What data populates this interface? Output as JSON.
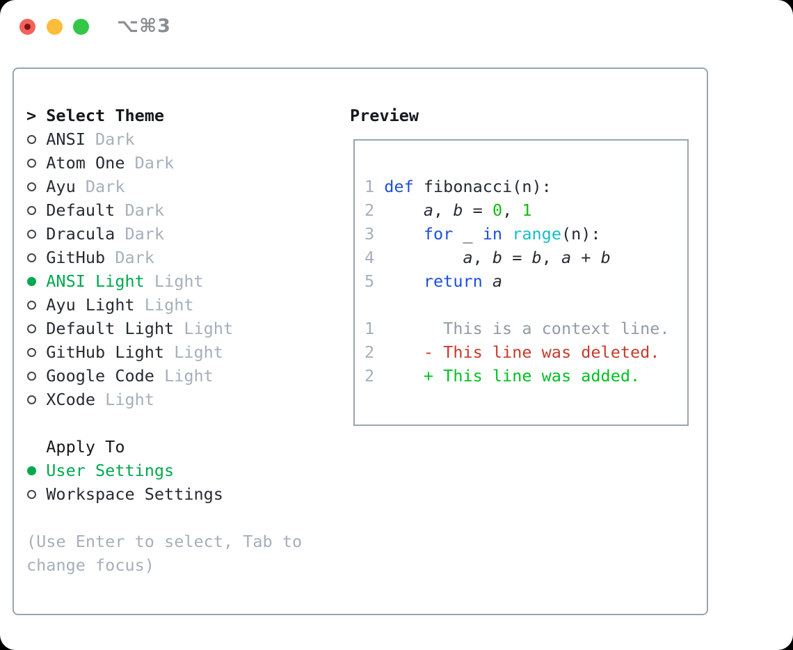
{
  "titlebar": {
    "shortcut": "⌥⌘3"
  },
  "colors": {
    "tl-red": "#F4615C",
    "tl-red-dot": "#7C1311",
    "tl-yellow": "#FBBD3B",
    "tl-green": "#33C748",
    "shortcut": "#8A8D92",
    "border": "#9AA4AF",
    "title": "#15181C",
    "fg": "#262B33",
    "muted": "#A6AFBB",
    "circle": "#41474F",
    "green": "#00A84F",
    "kw": "#1D4FDC",
    "fn": "#17BCC9",
    "lit": "#13BC13",
    "ctx": "#929CA6",
    "del": "#C53B2C",
    "add": "#00C122"
  },
  "theme_panel": {
    "header": {
      "marker": ">",
      "label": "Select Theme"
    },
    "themes": [
      {
        "name": "ANSI",
        "variant": "Dark",
        "selected": false
      },
      {
        "name": "Atom One",
        "variant": "Dark",
        "selected": false
      },
      {
        "name": "Ayu",
        "variant": "Dark",
        "selected": false
      },
      {
        "name": "Default",
        "variant": "Dark",
        "selected": false
      },
      {
        "name": "Dracula",
        "variant": "Dark",
        "selected": false
      },
      {
        "name": "GitHub",
        "variant": "Dark",
        "selected": false
      },
      {
        "name": "ANSI Light",
        "variant": "Light",
        "selected": true
      },
      {
        "name": "Ayu Light",
        "variant": "Light",
        "selected": false
      },
      {
        "name": "Default Light",
        "variant": "Light",
        "selected": false
      },
      {
        "name": "GitHub Light",
        "variant": "Light",
        "selected": false
      },
      {
        "name": "Google Code",
        "variant": "Light",
        "selected": false
      },
      {
        "name": "XCode",
        "variant": "Light",
        "selected": false
      }
    ],
    "apply_to": {
      "label": "Apply To",
      "options": [
        {
          "label": "User Settings",
          "selected": true
        },
        {
          "label": "Workspace Settings",
          "selected": false
        }
      ]
    },
    "help_lines": [
      "(Use Enter to select, Tab to",
      "change focus)"
    ]
  },
  "preview": {
    "label": "Preview",
    "code_lines": [
      {
        "num": "1",
        "segs": [
          {
            "t": "def",
            "c": "kw"
          },
          {
            "t": " fibonacci(n):",
            "c": "fg"
          }
        ]
      },
      {
        "num": "2",
        "segs": [
          {
            "t": "    ",
            "c": "fg"
          },
          {
            "t": "a",
            "c": "var"
          },
          {
            "t": ", ",
            "c": "fg"
          },
          {
            "t": "b",
            "c": "var"
          },
          {
            "t": " = ",
            "c": "fg"
          },
          {
            "t": "0",
            "c": "num"
          },
          {
            "t": ", ",
            "c": "fg"
          },
          {
            "t": "1",
            "c": "num"
          }
        ]
      },
      {
        "num": "3",
        "segs": [
          {
            "t": "    ",
            "c": "fg"
          },
          {
            "t": "for",
            "c": "kw"
          },
          {
            "t": " _ ",
            "c": "fg"
          },
          {
            "t": "in",
            "c": "kw"
          },
          {
            "t": " ",
            "c": "fg"
          },
          {
            "t": "range",
            "c": "fn"
          },
          {
            "t": "(n):",
            "c": "fg"
          }
        ]
      },
      {
        "num": "4",
        "segs": [
          {
            "t": "        ",
            "c": "fg"
          },
          {
            "t": "a",
            "c": "var"
          },
          {
            "t": ", ",
            "c": "fg"
          },
          {
            "t": "b",
            "c": "var"
          },
          {
            "t": " = ",
            "c": "fg"
          },
          {
            "t": "b",
            "c": "var"
          },
          {
            "t": ", ",
            "c": "fg"
          },
          {
            "t": "a",
            "c": "var"
          },
          {
            "t": " + ",
            "c": "fg"
          },
          {
            "t": "b",
            "c": "var"
          }
        ]
      },
      {
        "num": "5",
        "segs": [
          {
            "t": "    ",
            "c": "fg"
          },
          {
            "t": "return",
            "c": "kw"
          },
          {
            "t": " ",
            "c": "fg"
          },
          {
            "t": "a",
            "c": "var"
          }
        ]
      }
    ],
    "diff_lines": [
      {
        "num": "1",
        "segs": [
          {
            "t": "      This is a context line.",
            "c": "ctx"
          }
        ]
      },
      {
        "num": "2",
        "segs": [
          {
            "t": "    - This line was deleted.",
            "c": "del"
          }
        ]
      },
      {
        "num": "2",
        "segs": [
          {
            "t": "    + This line was added.",
            "c": "add"
          }
        ]
      }
    ]
  }
}
